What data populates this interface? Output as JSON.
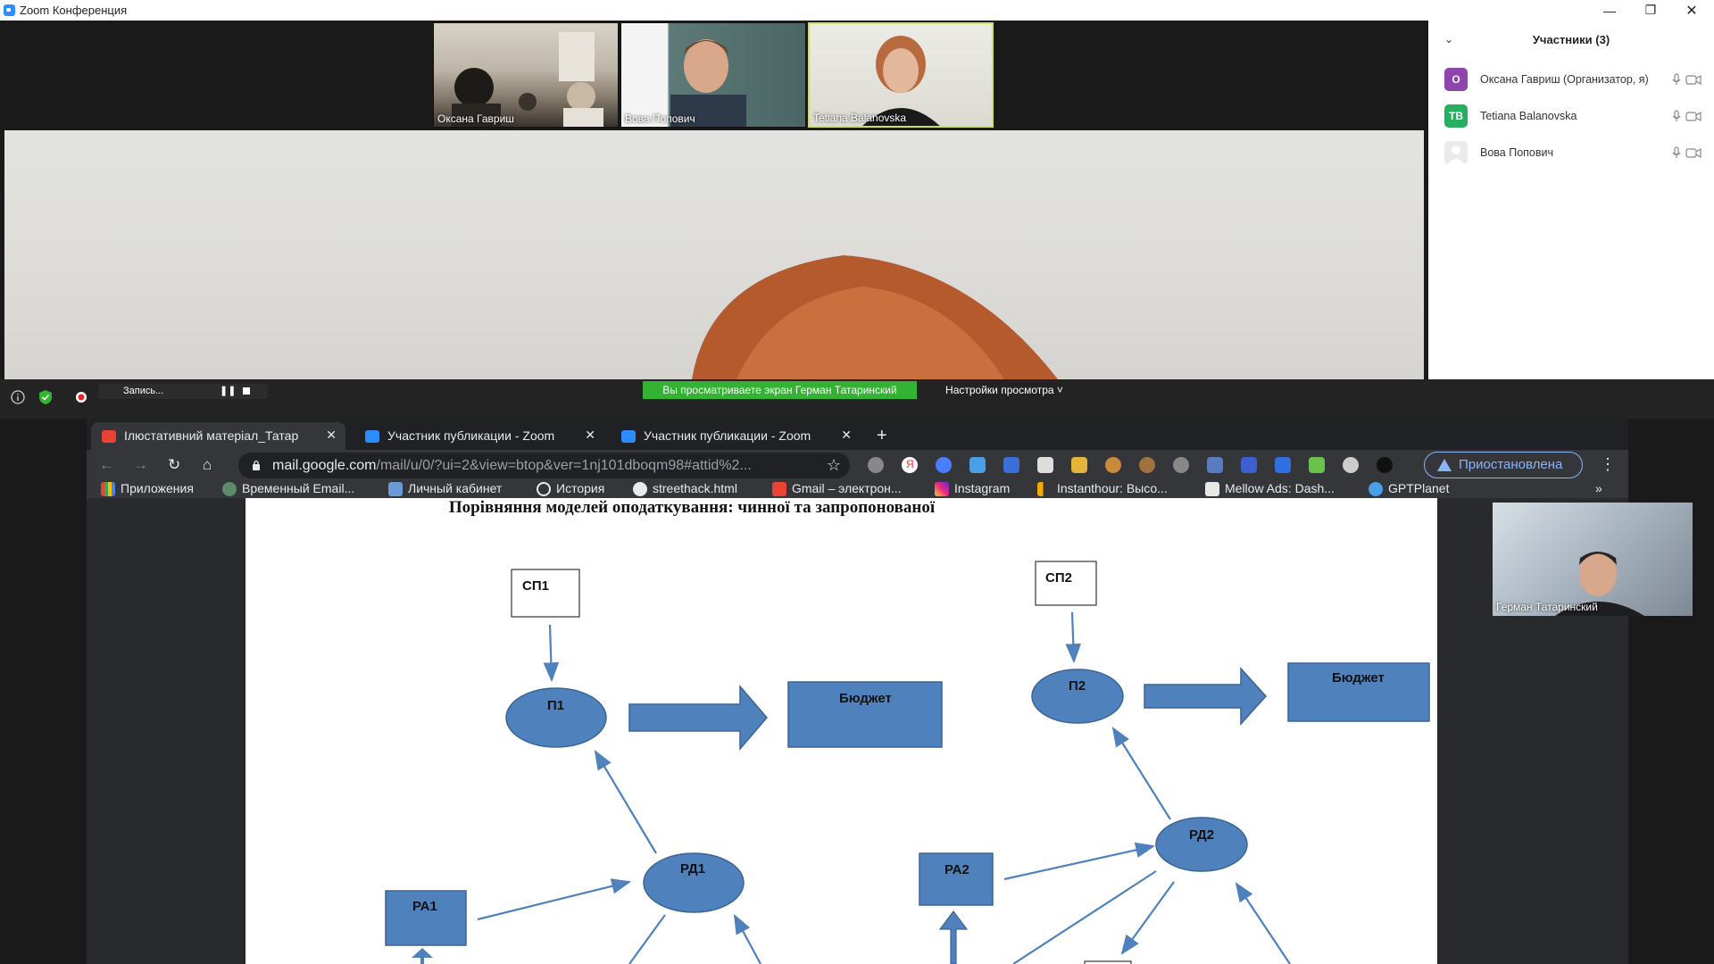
{
  "window": {
    "title": "Zoom Конференция"
  },
  "gallery": [
    {
      "name": "Оксана Гавриш",
      "active": false
    },
    {
      "name": "Вова Попович",
      "active": false
    },
    {
      "name": "Tetiana Balanovska",
      "active": true
    }
  ],
  "participants_panel": {
    "title": "Участники (3)",
    "participants": [
      {
        "initials": "О",
        "name": "Оксана Гавриш (Организатор, я)",
        "color": "#8e44ad"
      },
      {
        "initials": "ТВ",
        "name": "Tetiana Balanovska",
        "color": "#27ae60"
      },
      {
        "initials": "",
        "name": "Вова Попович",
        "color": "#eaeaea"
      }
    ]
  },
  "share": {
    "recording": "Запись...",
    "viewing": "Вы просматриваете экран Герман Татаринский",
    "view_options": "Настройки просмотра"
  },
  "browser": {
    "tabs": [
      {
        "title": "Ілюстативний матеріал_Татар",
        "active": true
      },
      {
        "title": "Участник публикации - Zoom",
        "active": false
      },
      {
        "title": "Участник публикации - Zoom",
        "active": false
      }
    ],
    "url_host": "mail.google.com",
    "url_path": "/mail/u/0/?ui=2&view=btop&ver=1nj101dboqm98#attid%2...",
    "paused_label": "Приостановлена",
    "bookmarks": [
      "Приложения",
      "Временный Email...",
      "Личный кабинет",
      "История",
      "streethack.html",
      "Gmail – электрон...",
      "Instagram",
      "Instanthour: Высо...",
      "Mellow Ads: Dash...",
      "GPTPlanet"
    ],
    "bookmarks_more": "»"
  },
  "document": {
    "title": "Порівняння моделей оподаткування: чинної та запропонованої",
    "labels": {
      "sp1": "СП1",
      "p1": "П1",
      "budget1": "Бюджет",
      "rd1": "РД1",
      "ra1": "РА1",
      "sp2": "СП2",
      "p2": "П2",
      "budget2": "Бюджет",
      "rd2": "РД2",
      "ra2": "РА2"
    }
  },
  "self_view": {
    "name": "Герман Татаринский"
  },
  "colors": {
    "accent_green": "#34b233",
    "diagram_fill": "#4f81bd",
    "active_border": "#c9e265",
    "link_blue": "#8ab4f8"
  }
}
